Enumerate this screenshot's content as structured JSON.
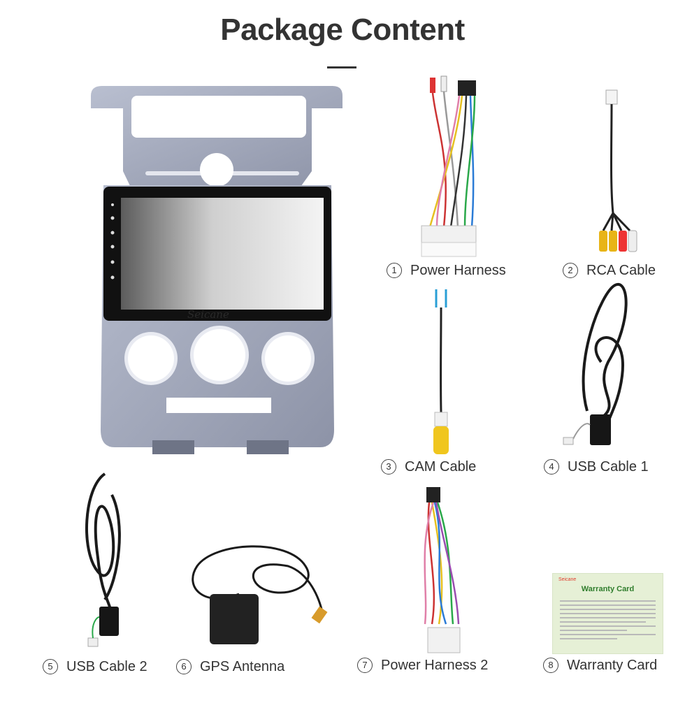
{
  "header": {
    "title": "Package Content"
  },
  "unit": {
    "brand": "Seicane"
  },
  "items": [
    {
      "number": "1",
      "label": "Power Harness"
    },
    {
      "number": "2",
      "label": "RCA Cable"
    },
    {
      "number": "3",
      "label": "CAM Cable"
    },
    {
      "number": "4",
      "label": "USB Cable 1"
    },
    {
      "number": "5",
      "label": "USB Cable 2"
    },
    {
      "number": "6",
      "label": "GPS Antenna"
    },
    {
      "number": "7",
      "label": "Power Harness 2"
    },
    {
      "number": "8",
      "label": "Warranty Card"
    }
  ],
  "warranty_card": {
    "brand": "Seicane",
    "title": "Warranty Card"
  },
  "colors": {
    "panel": "#a4aabd",
    "panel_dark": "#7f8599",
    "card_bg": "#e6f0d6",
    "card_title": "#2f7d2c",
    "brand_red": "#e03c2c"
  }
}
